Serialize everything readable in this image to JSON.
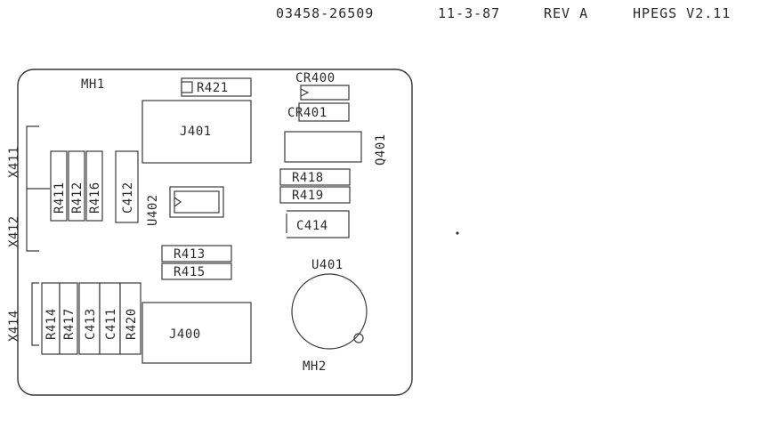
{
  "header": {
    "part_number": "03458-26509",
    "date": "11-3-87",
    "revision": "REV A",
    "software": "HPEGS V2.11"
  },
  "board": {
    "mounting_holes": [
      "MH1",
      "MH2"
    ],
    "components": {
      "r421": "R421",
      "cr400": "CR400",
      "cr401": "CR401",
      "q401": "Q401",
      "j401": "J401",
      "r418": "R418",
      "r419": "R419",
      "c414": "C414",
      "x411": "X411",
      "x412": "X412",
      "r411": "R411",
      "r412": "R412",
      "r416": "R416",
      "c412": "C412",
      "u402": "U402",
      "r413": "R413",
      "r415": "R415",
      "u401": "U401",
      "x414": "X414",
      "r414": "R414",
      "r417": "R417",
      "c413": "C413",
      "c411": "C411",
      "r420": "R420",
      "j400": "J400"
    }
  }
}
